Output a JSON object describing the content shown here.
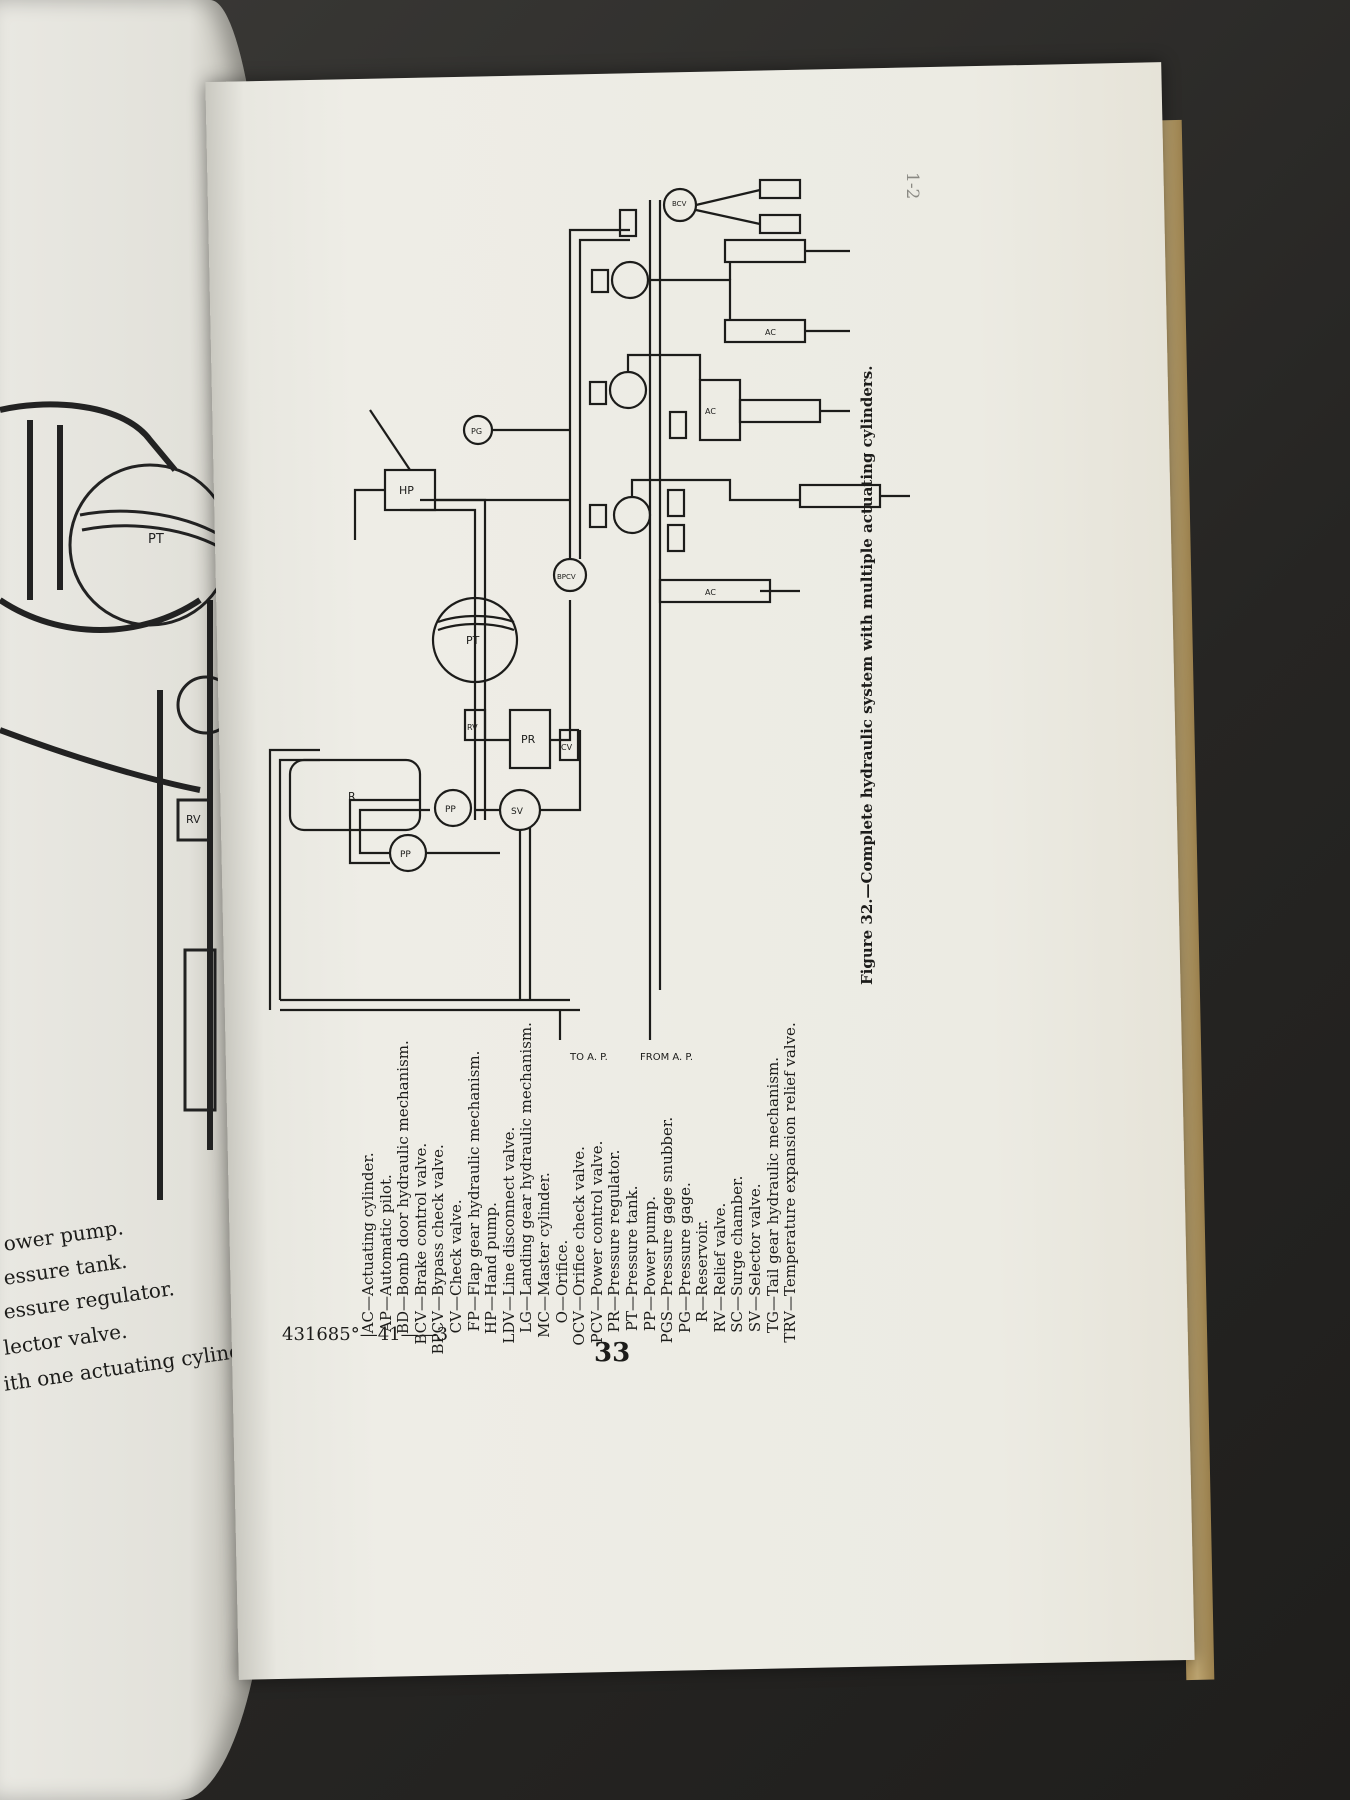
{
  "left_page": {
    "fragments": [
      "ower pump.",
      "essure tank.",
      "essure regulator.",
      "lector valve.",
      "ith one actuating cylinder."
    ]
  },
  "right_page": {
    "section_mark": "1-2",
    "page_number": "33",
    "print_code": "431685°—41——3",
    "caption": "Figure 32.—Complete hydraulic system with multiple actuating cylinders.",
    "legend": [
      {
        "code": "AC",
        "desc": "Actuating cylinder."
      },
      {
        "code": "AP",
        "desc": "Automatic pilot."
      },
      {
        "code": "BD",
        "desc": "Bomb door hydraulic mechanism."
      },
      {
        "code": "BCV",
        "desc": "Brake control valve."
      },
      {
        "code": "BPCV",
        "desc": "Bypass check valve."
      },
      {
        "code": "CV",
        "desc": "Check valve."
      },
      {
        "code": "FP",
        "desc": "Flap gear hydraulic mechanism."
      },
      {
        "code": "HP",
        "desc": "Hand pump."
      },
      {
        "code": "LDV",
        "desc": "Line disconnect valve."
      },
      {
        "code": "LG",
        "desc": "Landing gear hydraulic mechanism."
      },
      {
        "code": "MC",
        "desc": "Master cylinder."
      },
      {
        "code": "O",
        "desc": "Orifice."
      },
      {
        "code": "OCV",
        "desc": "Orifice check valve."
      },
      {
        "code": "PCV",
        "desc": "Power control valve."
      },
      {
        "code": "PR",
        "desc": "Pressure regulator."
      },
      {
        "code": "PT",
        "desc": "Pressure tank."
      },
      {
        "code": "PP",
        "desc": "Power pump."
      },
      {
        "code": "PGS",
        "desc": "Pressure gage snubber."
      },
      {
        "code": "PG",
        "desc": "Pressure gage."
      },
      {
        "code": "R",
        "desc": "Reservoir."
      },
      {
        "code": "RV",
        "desc": "Relief valve."
      },
      {
        "code": "SC",
        "desc": "Surge chamber."
      },
      {
        "code": "SV",
        "desc": "Selector valve."
      },
      {
        "code": "TG",
        "desc": "Tail gear hydraulic mechanism."
      },
      {
        "code": "TRV",
        "desc": "Temperature expansion relief valve."
      }
    ],
    "diagram_labels": {
      "reservoir": "R",
      "power_pump": "PP",
      "pressure_tank": "PT",
      "pressure_regulator": "PR",
      "relief_valve": "RV",
      "check_valve": "CV",
      "selector_valve": "SV",
      "hand_pump": "HP",
      "bypass_check_valve": "BPCV",
      "pressure_gage": "PG",
      "brake_control_valve": "BCV",
      "actuating_cylinder": "AC",
      "to_ap": "TO A. P.",
      "from_ap": "FROM A. P."
    }
  }
}
